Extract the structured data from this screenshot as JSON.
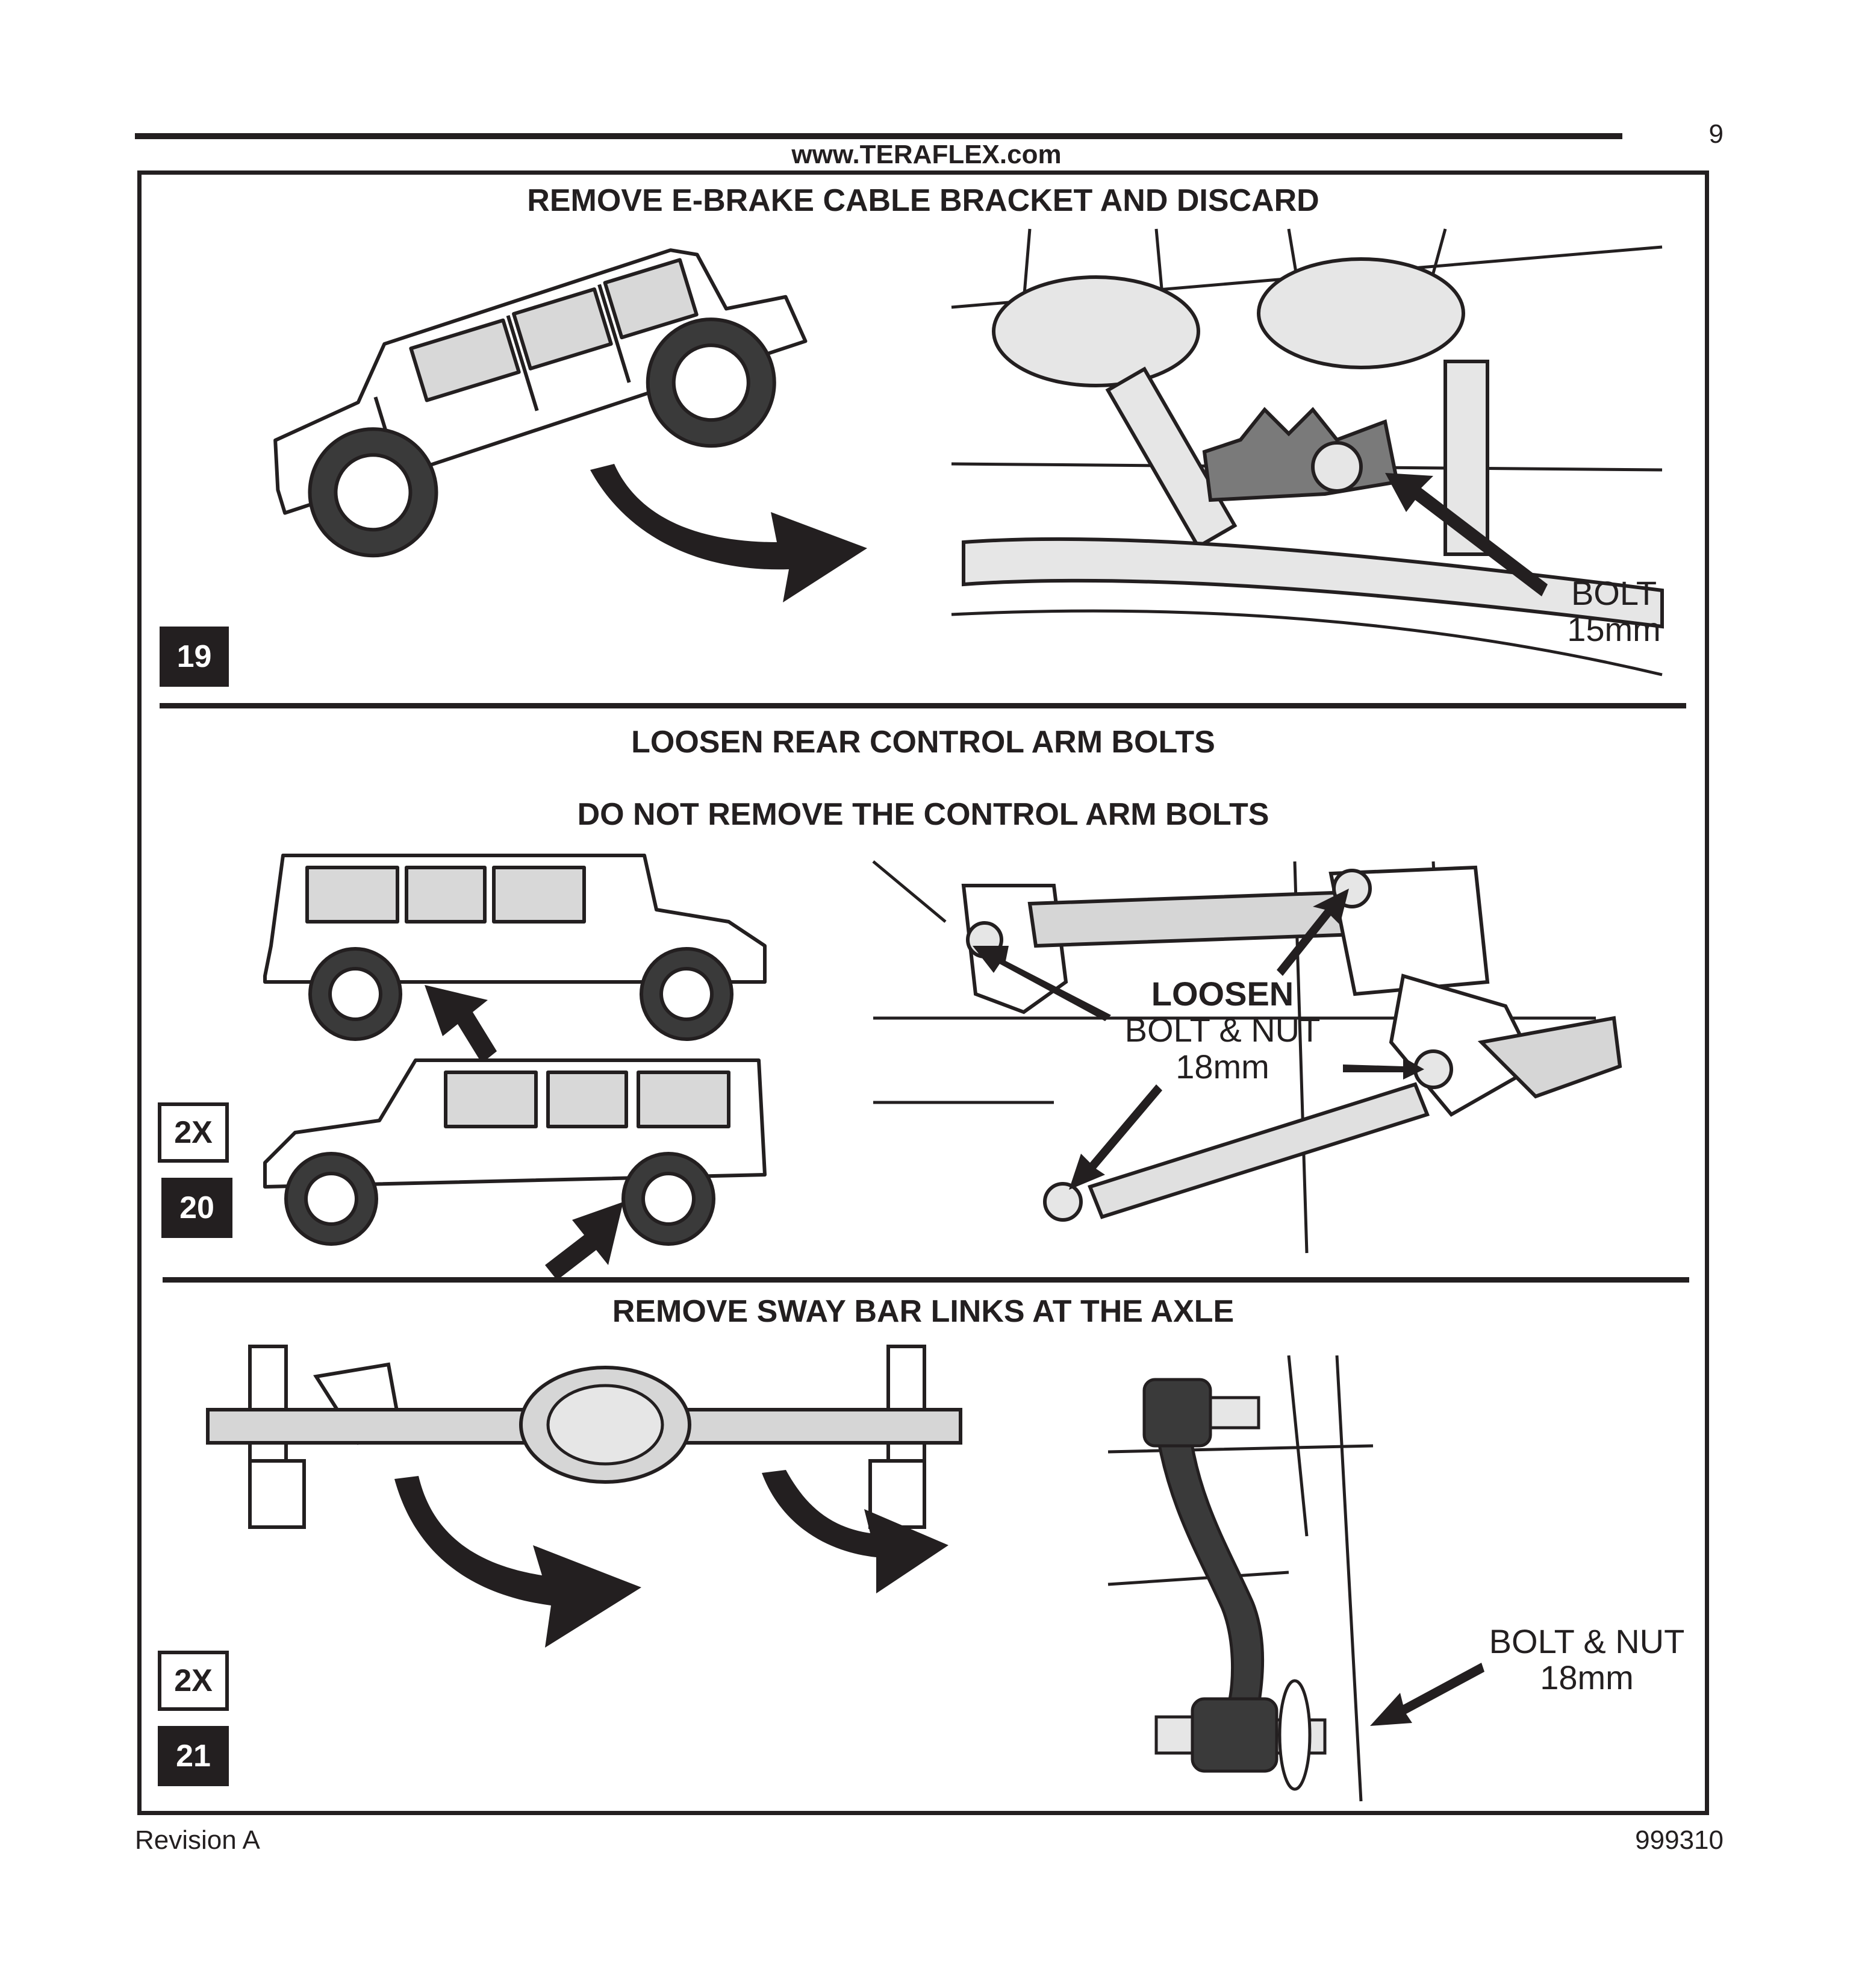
{
  "header": {
    "page_number": "9",
    "website": "www.TERAFLEX.com"
  },
  "steps": [
    {
      "number": "19",
      "heading": "REMOVE E-BRAKE CABLE BRACKET AND DISCARD",
      "callout": {
        "line1": "BOLT",
        "line2": "15mm"
      }
    },
    {
      "number": "20",
      "multiplier": "2X",
      "heading_1": "LOOSEN REAR CONTROL ARM BOLTS",
      "heading_2": "DO NOT REMOVE THE CONTROL ARM BOLTS",
      "callout": {
        "line1": "LOOSEN",
        "line2": "BOLT & NUT",
        "line3": "18mm"
      }
    },
    {
      "number": "21",
      "multiplier": "2X",
      "heading": "REMOVE SWAY BAR LINKS AT THE AXLE",
      "callout": {
        "line1": "BOLT & NUT",
        "line2": "18mm"
      }
    }
  ],
  "footer": {
    "revision": "Revision A",
    "part_number": "999310"
  }
}
